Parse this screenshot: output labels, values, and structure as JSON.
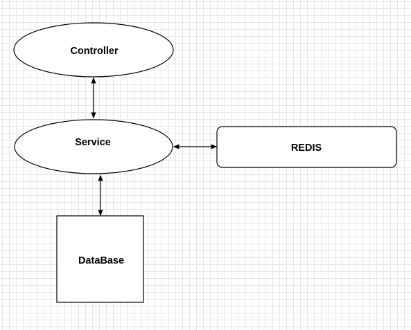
{
  "diagram": {
    "nodes": {
      "controller": {
        "label": "Controller",
        "shape": "ellipse"
      },
      "service": {
        "label": "Service",
        "shape": "ellipse"
      },
      "redis": {
        "label": "REDIS",
        "shape": "rounded-rectangle"
      },
      "database": {
        "label": "DataBase",
        "shape": "rectangle"
      }
    },
    "edges": [
      {
        "from": "controller",
        "to": "service",
        "direction": "bidirectional"
      },
      {
        "from": "service",
        "to": "redis",
        "direction": "bidirectional"
      },
      {
        "from": "service",
        "to": "database",
        "direction": "bidirectional"
      }
    ]
  },
  "colors": {
    "stroke": "#000000",
    "fill": "#ffffff",
    "grid": "#e6e6e6"
  }
}
